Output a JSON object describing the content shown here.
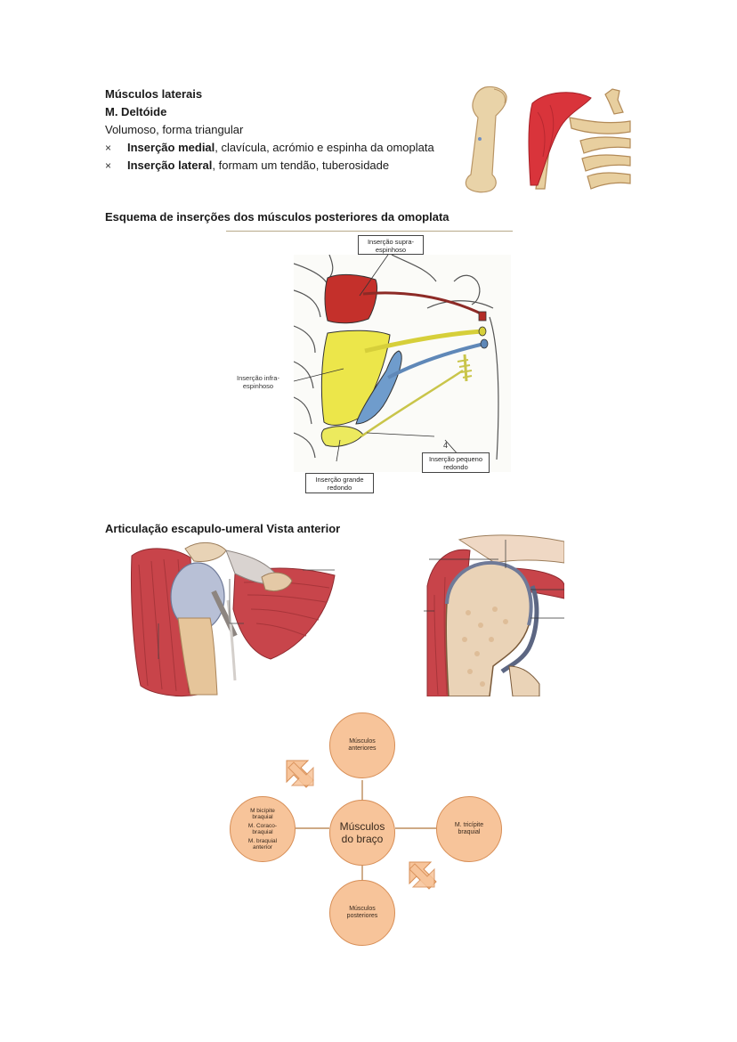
{
  "section1": {
    "heading": "Músculos laterais",
    "subheading": "M. Deltóide",
    "description": "Volumoso, forma triangular",
    "bullets": [
      {
        "marker": "×",
        "bold": "Inserção medial",
        "rest": ", clavícula, acrómio e espinha da omoplata"
      },
      {
        "marker": "×",
        "bold": "Inserção lateral",
        "rest": ", formam um tendão, tuberosidade"
      }
    ]
  },
  "section2": {
    "heading": "Esquema de inserções dos músculos posteriores da omoplata",
    "labels": {
      "supra_l1": "Inserção supra-",
      "supra_l2": "espinhoso",
      "infra_l1": "Inserção infra-",
      "infra_l2": "espinhoso",
      "pequeno_l1": "Inserção pequeno",
      "pequeno_l2": "redondo",
      "grande_l1": "Inserção grande",
      "grande_l2": "redondo",
      "number": "4"
    },
    "colors": {
      "supra": "#c4302b",
      "infra": "#ece64a",
      "pequeno": "#6f9ccc",
      "grande": "#dedb62"
    }
  },
  "section3": {
    "heading": "Articulação escapulo-umeral Vista anterior"
  },
  "diagram": {
    "center": {
      "line1": "Músculos",
      "line2": "do braço"
    },
    "top": {
      "line1": "Músculos",
      "line2": "anteriores"
    },
    "bottom": {
      "line1": "Músculos",
      "line2": "posteriores"
    },
    "right": {
      "line1": "M. tricípite",
      "line2": "braquial"
    },
    "left": {
      "line1": "M bicípite",
      "line2": "braquial",
      "line3": "M. Coraco-",
      "line4": "braquial",
      "line5": "M. braquial",
      "line6": "anterior"
    },
    "colors": {
      "fill": "#f7c49a",
      "stroke": "#d78e56"
    }
  }
}
